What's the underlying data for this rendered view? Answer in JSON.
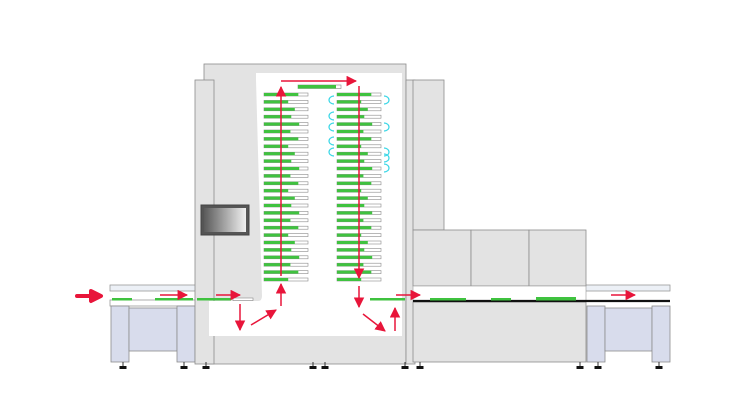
{
  "diagram": {
    "description_text": "",
    "colors": {
      "flow_arrow": "#e8153a",
      "tray": "#3fc23f",
      "tray_empty": "#ffffff",
      "machine_body": "#e3e3e3",
      "machine_outline": "#8c8c8c",
      "conveyor_stand": "#d8dcec",
      "cooling_marker": "#39d6e6"
    },
    "left_stack": {
      "tray_count": 26
    },
    "right_stack": {
      "tray_count": 26
    },
    "cooling_markers": 7,
    "conveyor_stands": 2,
    "icons": [
      "input-arrow-icon",
      "flow-arrow-icon",
      "cooling-icon",
      "display-screen-icon"
    ]
  }
}
